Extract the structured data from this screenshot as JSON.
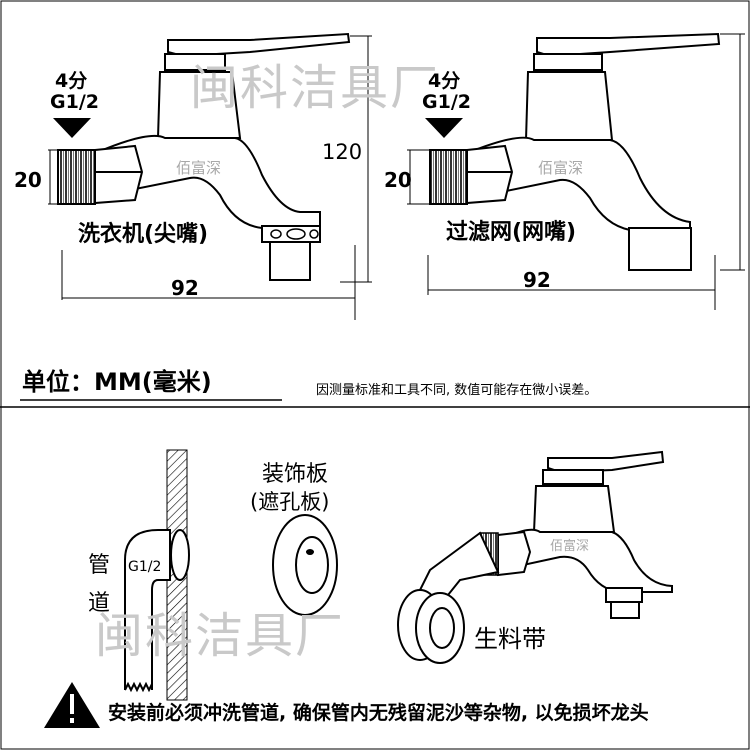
{
  "top": {
    "left_diagram": {
      "thread_label_1": "4分",
      "thread_label_2": "G1/2",
      "height_dim": "20",
      "width_dim": "92",
      "total_height_dim": "120",
      "caption": "洗衣机(尖嘴)",
      "brand_mark": "佰富深"
    },
    "right_diagram": {
      "thread_label_1": "4分",
      "thread_label_2": "G1/2",
      "height_dim": "20",
      "width_dim": "92",
      "caption": "过滤网(网嘴)",
      "brand_mark": "佰富深"
    },
    "watermark": "闽科洁具厂"
  },
  "units": {
    "label": "单位：MM(毫米)",
    "note": "因测量标准和工具不同, 数值可能存在微小误差。"
  },
  "bottom": {
    "pipe_label_1": "管",
    "pipe_label_2": "道",
    "pipe_thread": "G1/2",
    "plate_label_1": "装饰板",
    "plate_label_2": "(遮孔板)",
    "tape_label": "生料带",
    "brand_mark": "佰富深",
    "watermark": "闽科洁具厂",
    "warning": "安装前必须冲洗管道, 确保管内无残留泥沙等杂物, 以免损坏龙头"
  }
}
